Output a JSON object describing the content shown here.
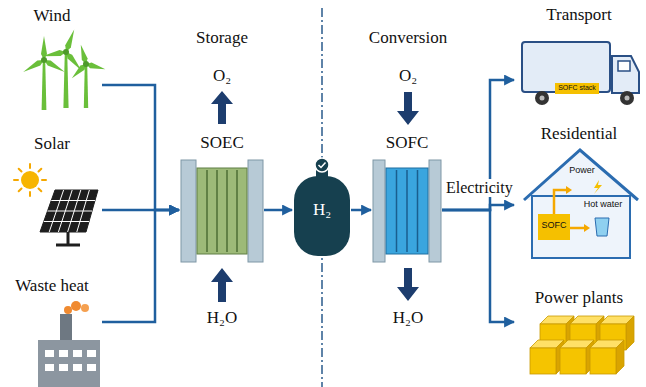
{
  "diagram": {
    "nodes": [
      {
        "text": [
          "Wind"
        ]
      },
      {
        "text": [
          "Solar"
        ]
      },
      {
        "text": [
          "Waste heat"
        ]
      },
      {
        "text": [
          "SOEC"
        ]
      },
      {
        "text": [
          "H₂"
        ]
      },
      {
        "text": [
          "SOFC"
        ]
      },
      {
        "text": [
          "Transport"
        ]
      },
      {
        "text": [
          "Residential"
        ]
      },
      {
        "text": [
          "Power plants"
        ]
      }
    ],
    "edges": [
      {
        "from": 0,
        "to": 3,
        "arrow": "to"
      },
      {
        "from": 1,
        "to": 3,
        "arrow": "to"
      },
      {
        "from": 2,
        "to": 3,
        "arrow": "to"
      },
      {
        "from": 3,
        "to": 4,
        "arrow": "to"
      },
      {
        "from": 4,
        "to": 5,
        "arrow": "to"
      },
      {
        "from": 5,
        "to": 6,
        "arrow": "to"
      },
      {
        "from": 5,
        "to": 7,
        "label": "Electricity",
        "arrow": "to"
      },
      {
        "from": 5,
        "to": 8,
        "arrow": "to"
      }
    ],
    "labels": [
      "Storage",
      "O₂",
      "H₂O",
      "Conversion",
      "O₂",
      "H₂O",
      "SOFC stack",
      "Power",
      "SOFC",
      "Hot water"
    ]
  }
}
